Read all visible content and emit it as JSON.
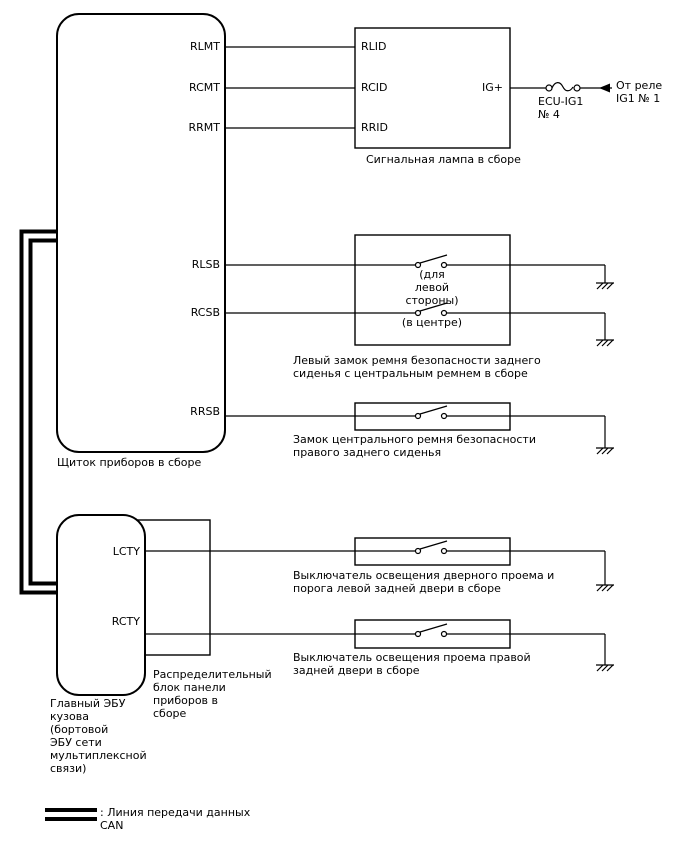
{
  "cluster": {
    "label": "Щиток приборов в сборе",
    "pin_rlmt": "RLMT",
    "pin_rcmt": "RCMT",
    "pin_rrmt": "RRMT",
    "pin_rlsb": "RLSB",
    "pin_rcsb": "RCSB",
    "pin_rrsb": "RRSB"
  },
  "lamp": {
    "label": "Сигнальная лампа в сборе",
    "pin_rlid": "RLID",
    "pin_rcid": "RCID",
    "pin_rrid": "RRID",
    "pin_ig": "IG+"
  },
  "fuse": {
    "lines": [
      "ECU-IG1",
      "№ 4"
    ]
  },
  "relay": {
    "lines": [
      "От реле",
      "IG1 № 1"
    ]
  },
  "left_buckle": {
    "lines": [
      "Левый замок ремня безопасности заднего",
      "сиденья с центральным ремнем в сборе"
    ],
    "note_side": [
      "(для",
      "левой",
      "стороны)"
    ],
    "note_center": "(в центре)"
  },
  "center_buckle": {
    "lines": [
      "Замок центрального ремня безопасности",
      "правого заднего сиденья"
    ]
  },
  "ecu": {
    "lines": [
      "Главный ЭБУ",
      "кузова",
      "(бортовой",
      "ЭБУ сети",
      "мультиплексной",
      "связи)"
    ],
    "pin_lcty": "LCTY",
    "pin_rcty": "RCTY"
  },
  "junction": {
    "lines": [
      "Распределительный",
      "блок панели",
      "приборов в",
      "сборе"
    ]
  },
  "left_door_switch": {
    "lines": [
      "Выключатель освещения дверного проема и",
      "порога левой задней двери в сборе"
    ]
  },
  "right_door_switch": {
    "lines": [
      "Выключатель освещения проема правой",
      "задней двери в сборе"
    ]
  },
  "legend": {
    "lines": [
      ": Линия передачи данных",
      "CAN"
    ]
  },
  "colors": {
    "line": "#000000",
    "background": "#ffffff"
  }
}
